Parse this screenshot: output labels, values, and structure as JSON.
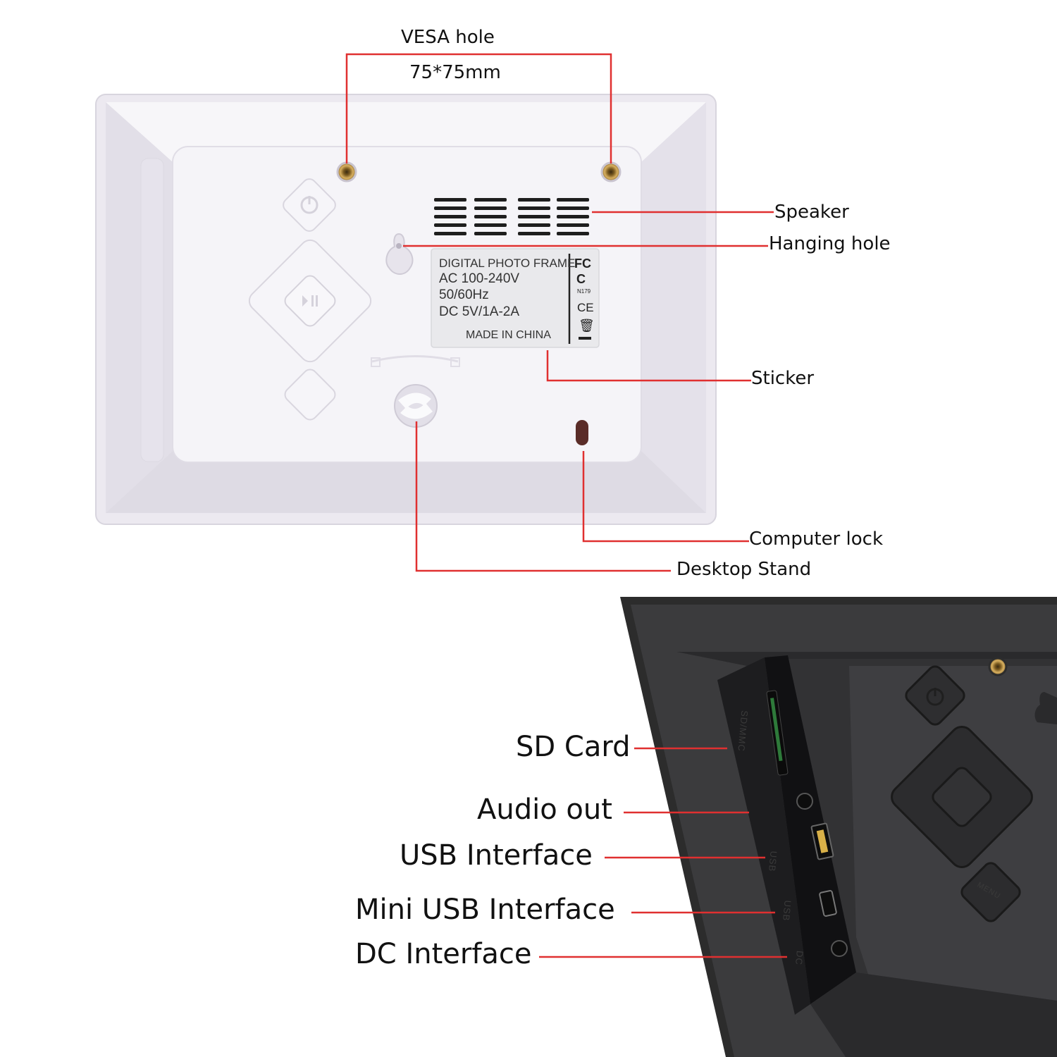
{
  "top_callouts": {
    "vesa_line1": "VESA hole",
    "vesa_line2": "75*75mm",
    "speaker": "Speaker",
    "hanging_hole": "Hanging hole",
    "sticker": "Sticker",
    "computer_lock": "Computer lock",
    "desktop_stand": "Desktop Stand"
  },
  "sticker": {
    "line1": "DIGITAL PHOTO FRAME",
    "line2": "AC 100-240V",
    "line3": "50/60Hz",
    "line4": "DC 5V/1A-2A",
    "line5": "MADE IN CHINA",
    "mark_fc": "FC",
    "mark_c": "C",
    "mark_n179": "N179",
    "mark_ce": "CE"
  },
  "side_labels": {
    "sdmmc": "SD/MMC",
    "usb1": "USB",
    "usb2": "USB",
    "dc": "DC",
    "menu": "MENU"
  },
  "bottom_callouts": {
    "sd_card": "SD Card",
    "audio_out": "Audio out",
    "usb_interface": "USB Interface",
    "mini_usb_interface": "Mini USB Interface",
    "dc_interface": "DC Interface"
  },
  "colors": {
    "leader_line": "#e03030",
    "frame_white": "#f4f2f6",
    "frame_black": "#2a2a2a"
  }
}
